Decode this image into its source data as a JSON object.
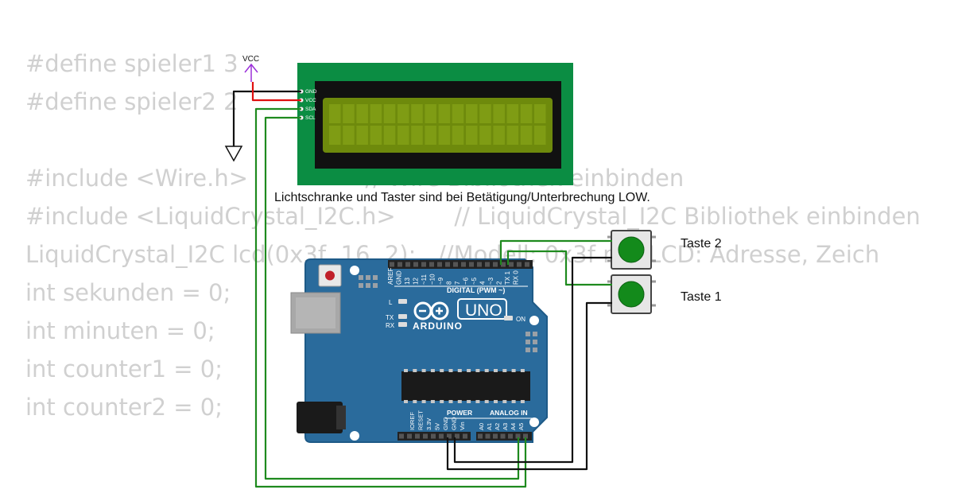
{
  "code_lines": [
    "#define spieler1 3",
    "#define spieler2 2",
    "",
    "#include <Wire.h>                // Wire Bibliothek einbinden",
    "#include <LiquidCrystal_I2C.h>        // LiquidCrystal_I2C Bibliothek einbinden",
    "LiquidCrystal_I2C lcd(0x3f, 16, 2);   //Modell: 0x3f mit LCD: Adresse, Zeich",
    "int sekunden = 0;",
    "int minuten = 0;",
    "int counter1 = 0;",
    "int counter2 = 0;"
  ],
  "annotation": "Lichtschranke und Taster sind bei Betätigung/Unterbrechung LOW.",
  "power_label": "VCC",
  "lcd": {
    "pins": [
      "GND",
      "VCC",
      "SDA",
      "SCL"
    ]
  },
  "buttons": {
    "taste2": "Taste 2",
    "taste1": "Taste 1"
  },
  "arduino": {
    "brand": "ARDUINO",
    "model": "UNO",
    "on_label": "ON",
    "led_l": "L",
    "led_tx": "TX",
    "led_rx": "RX",
    "digital_header": "DIGITAL (PWM ~)",
    "power_header": "POWER",
    "analog_header": "ANALOG IN",
    "top_pins": [
      "AREF",
      "GND",
      "13",
      "12",
      "~11",
      "~10",
      "~9",
      "8",
      "7",
      "~6",
      "~5",
      "4",
      "~3",
      "2",
      "TX 1",
      "RX 0"
    ],
    "power_pins": [
      "IOREF",
      "RESET",
      "3.3V",
      "5V",
      "GND",
      "GND",
      "Vin"
    ],
    "analog_pins": [
      "A0",
      "A1",
      "A2",
      "A3",
      "A4",
      "A5"
    ]
  },
  "colors": {
    "board": "#2a6b9c",
    "board_dark": "#1e5a87",
    "lcd_pcb": "#0b8d43",
    "lcd_screen": "#6e8a0c",
    "button": "#138a1b",
    "wire_red": "#e01010",
    "wire_green": "#1e8a1e",
    "wire_black": "#111111",
    "vcc_arrow": "#9b30d9"
  }
}
